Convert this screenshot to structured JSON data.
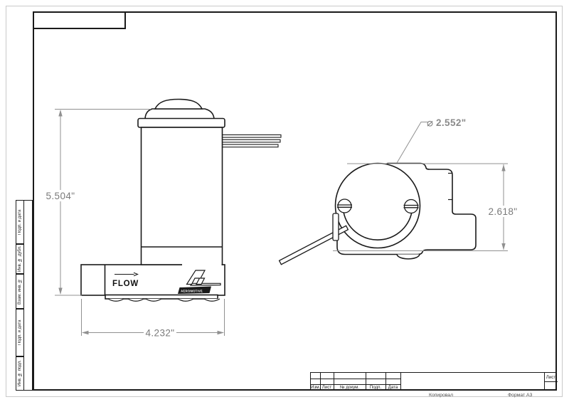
{
  "sheet": {
    "copied_label": "Копировал",
    "format_label": "Формат А3"
  },
  "title_block": {
    "cols": [
      "Изм.",
      "Лист",
      "№ докум.",
      "Подп.",
      "Дата"
    ],
    "sheet_label": "Лист"
  },
  "margin_labels": {
    "a": "Подп. и дата",
    "b": "Инв. № дубл.",
    "c": "Взам. инв. №",
    "d": "Подп. и дата",
    "e": "Инв. № подл."
  },
  "views": {
    "front": {
      "flow": "FLOW",
      "brand": "AEROMOTIVE",
      "dim_height": "5.504\"",
      "dim_width": "4.232\""
    },
    "top": {
      "dia_symbol": "⌀",
      "dim_diameter": "2.552\"",
      "dim_height": "2.618\""
    }
  },
  "colors": {
    "outline": "#1a1a1a",
    "dim": "#8a8a8a"
  }
}
